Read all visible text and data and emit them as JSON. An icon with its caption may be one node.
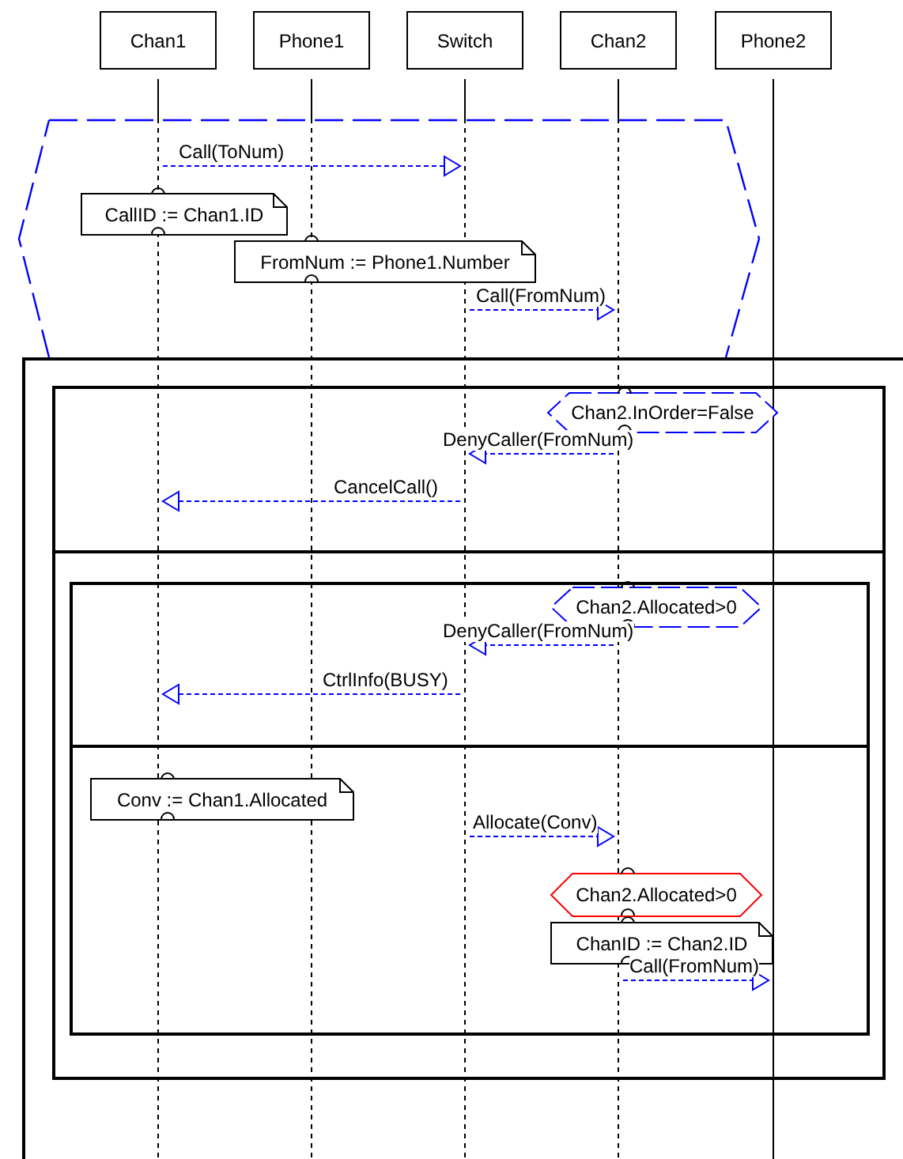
{
  "diagram": {
    "nodes": [
      {
        "text": [
          "Chan1"
        ]
      },
      {
        "text": [
          "Phone1"
        ]
      },
      {
        "text": [
          "Switch"
        ]
      },
      {
        "text": [
          "Chan2"
        ]
      },
      {
        "text": [
          "Phone2"
        ]
      },
      {
        "text": [],
        "shape": "line"
      },
      {
        "text": [],
        "shape": "line"
      },
      {
        "text": [],
        "shape": "line"
      },
      {
        "text": [],
        "shape": "line"
      },
      {
        "text": [],
        "shape": "line"
      },
      {
        "text": [],
        "shape": "hexagon"
      },
      {
        "text": [
          "CallID := Chan1.ID"
        ],
        "in": 10
      },
      {
        "text": [
          "FromNum := Phone1.Number"
        ],
        "in": 10
      },
      {
        "text": [],
        "shape": "box"
      },
      {
        "text": [],
        "shape": "box",
        "in": 13
      },
      {
        "text": [
          "Chan2.InOrder=False"
        ],
        "in": 14
      },
      {
        "text": [],
        "shape": "box",
        "in": 14
      },
      {
        "text": [
          "Chan2.Allocated>0"
        ],
        "in": 16
      },
      {
        "text": [
          "Conv := Chan1.Allocated"
        ],
        "in": 16
      },
      {
        "text": [
          "Chan2.Allocated>0"
        ],
        "in": 16
      },
      {
        "text": [
          "ChanID := Chan2.ID"
        ],
        "in": 16
      }
    ],
    "edges": [
      {
        "from": 5,
        "to": 7,
        "arrow": "to",
        "label": "Call(ToNum)",
        "style": "dashed"
      },
      {
        "from": 7,
        "to": 8,
        "arrow": "to",
        "label": "Call(FromNum)",
        "style": "dashed"
      },
      {
        "from": 8,
        "to": 7,
        "arrow": "to",
        "label": "DenyCaller(FromNum)",
        "style": "dashed"
      },
      {
        "from": 7,
        "to": 5,
        "arrow": "to",
        "label": "CancelCall()",
        "style": "dashed"
      },
      {
        "from": 8,
        "to": 7,
        "arrow": "to",
        "label": "DenyCaller(FromNum)",
        "style": "dashed"
      },
      {
        "from": 7,
        "to": 5,
        "arrow": "to",
        "label": "CtrlInfo(BUSY)",
        "style": "dashed"
      },
      {
        "from": 7,
        "to": 8,
        "arrow": "to",
        "label": "Allocate(Conv)",
        "style": "dashed"
      },
      {
        "from": 8,
        "to": 9,
        "arrow": "to",
        "label": "Call(FromNum)",
        "style": "dashed"
      }
    ]
  }
}
